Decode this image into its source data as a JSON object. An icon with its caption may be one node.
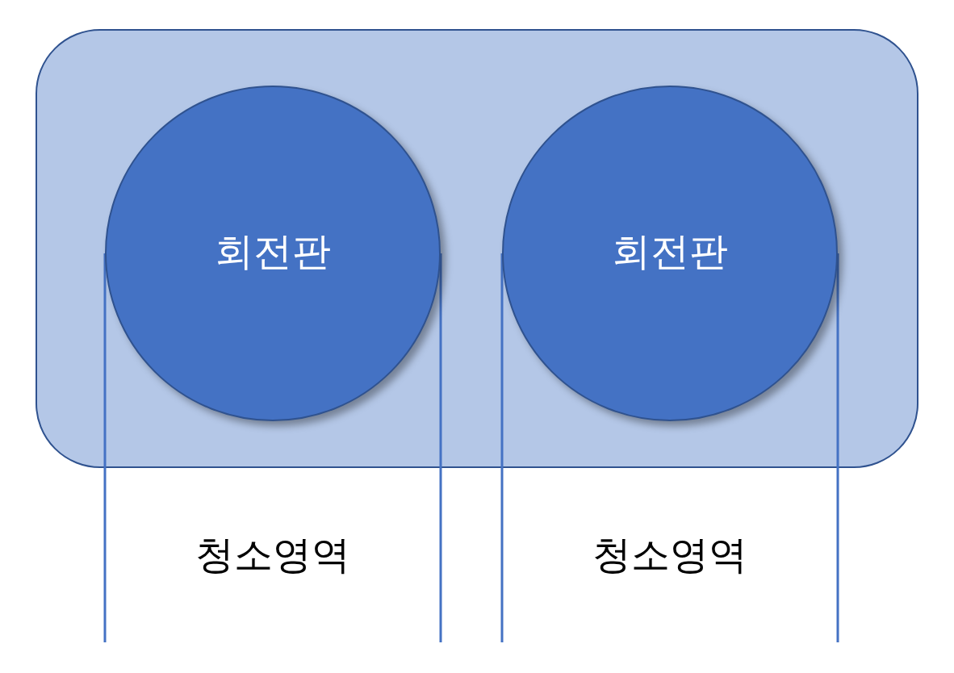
{
  "diagram": {
    "nodes": [
      {
        "text": [],
        "shape": "box"
      },
      {
        "text": [
          "회전판"
        ],
        "in": 0
      },
      {
        "text": [
          "회전판"
        ],
        "in": 0
      }
    ],
    "labels": [
      "청소영역",
      "청소영역"
    ]
  }
}
